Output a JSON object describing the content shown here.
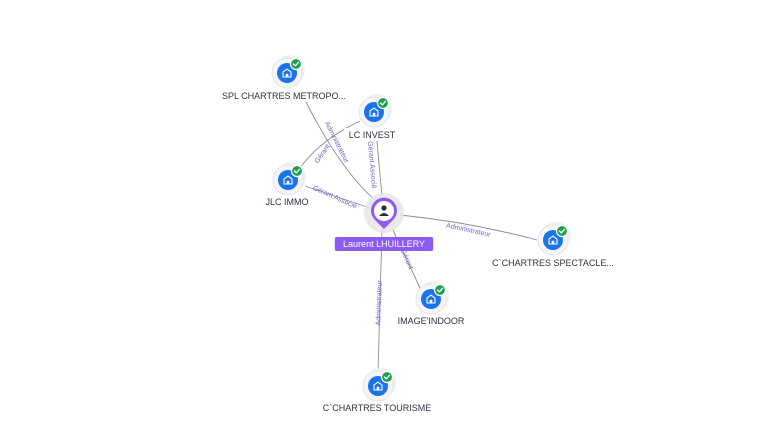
{
  "colors": {
    "accent": "#8c5cf0",
    "company_icon": "#1a73e8",
    "check_badge": "#1e9e50",
    "edge": "#8b8b9a",
    "edge_label": "#6f63c9"
  },
  "person": {
    "name": "Laurent LHUILLERY",
    "icon": "user-icon"
  },
  "companies": [
    {
      "id": "spl",
      "name": "SPL CHARTRES METROPO...",
      "icon": "company-building-icon",
      "badge": "check-icon"
    },
    {
      "id": "lcinvest",
      "name": "LC INVEST",
      "icon": "company-building-icon",
      "badge": "check-icon"
    },
    {
      "id": "jlc",
      "name": "JLC IMMO",
      "icon": "company-building-icon",
      "badge": "check-icon"
    },
    {
      "id": "spectacle",
      "name": "C`CHARTRES SPECTACLE...",
      "icon": "company-building-icon",
      "badge": "check-icon"
    },
    {
      "id": "indoor",
      "name": "IMAGE'INDOOR",
      "icon": "company-building-icon",
      "badge": "check-icon"
    },
    {
      "id": "tourisme",
      "name": "C`CHARTRES TOURISME",
      "icon": "company-building-icon",
      "badge": "check-icon"
    }
  ],
  "relations": [
    {
      "target": "spl",
      "label": "Administrateur"
    },
    {
      "target": "lcinvest",
      "label": "Gérant Associé"
    },
    {
      "target": "jlc",
      "label": "Gérant Associé"
    },
    {
      "target": "spectacle",
      "label": "Administrateur"
    },
    {
      "target": "indoor",
      "label": "Gérant"
    },
    {
      "target": "tourisme",
      "label": "Administrateur"
    },
    {
      "target": "lcinvest-jlc",
      "label": "Gérant"
    }
  ]
}
